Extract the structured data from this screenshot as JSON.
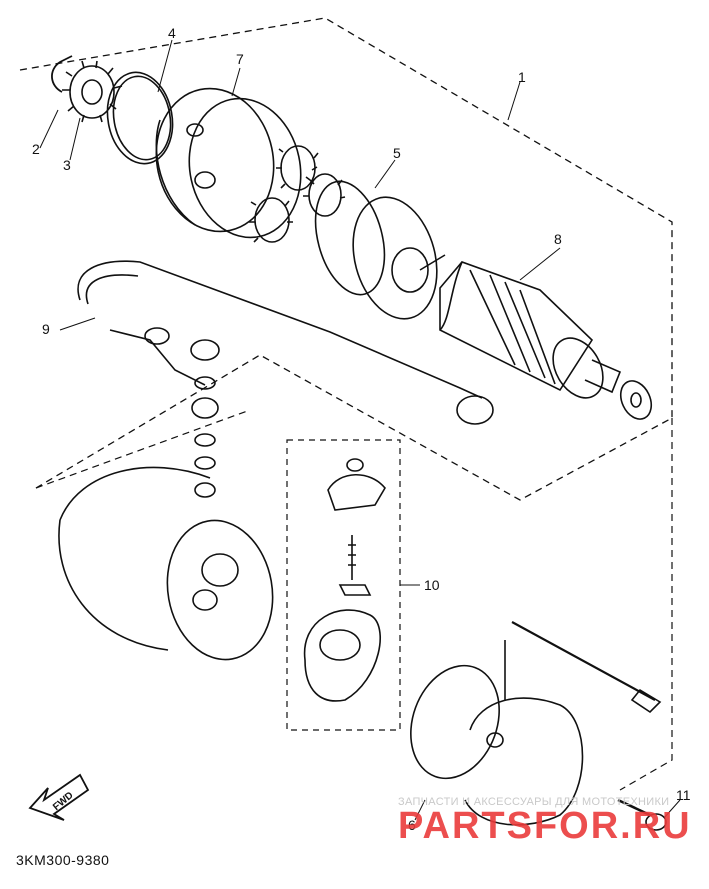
{
  "diagram": {
    "callouts": [
      {
        "id": "1",
        "label": "1"
      },
      {
        "id": "2",
        "label": "2"
      },
      {
        "id": "3",
        "label": "3"
      },
      {
        "id": "4",
        "label": "4"
      },
      {
        "id": "5",
        "label": "5"
      },
      {
        "id": "6",
        "label": "6"
      },
      {
        "id": "7",
        "label": "7"
      },
      {
        "id": "8",
        "label": "8"
      },
      {
        "id": "9",
        "label": "9"
      },
      {
        "id": "10",
        "label": "10"
      },
      {
        "id": "11",
        "label": "11"
      }
    ],
    "fwd_label": "FWD",
    "diagram_code": "3KM300-9380"
  },
  "watermark": {
    "tagline": "ЗАПЧАСТИ И АКСЕССУАРЫ ДЛЯ МОТОТЕХНИКИ",
    "brand": "PARTSFOR.RU"
  }
}
